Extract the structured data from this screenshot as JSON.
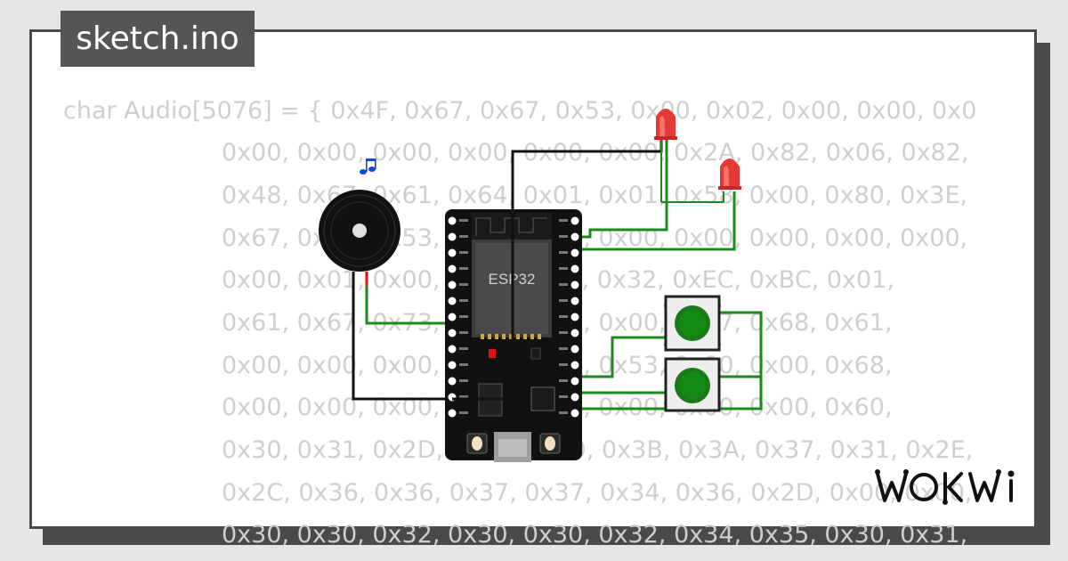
{
  "title": "sketch.ino",
  "code_first_line": "char Audio[5076] = { 0x4F, 0x67, 0x67, 0x53, 0x00, 0x02, 0x00, 0x00, 0x0",
  "code_lines": [
    "0x00, 0x00, 0x00, 0x00, 0x00, 0x00, 0x2A, 0x82, 0x06, 0x82,",
    "0x48, 0x67, 0x61, 0x64, 0x01, 0x01, 0x58, 0x00, 0x80, 0x3E,",
    "0x67, 0x00, 0x53, 0x00, 0x00, 0x00, 0x00, 0x00, 0x00, 0x00,",
    "0x00, 0x01, 0x00, 0x00, 0x8F, 0x32, 0xEC, 0xBC, 0x01,",
    "0x61, 0x67, 0x73, 0x00, 0x00, 0x00, 0x57, 0x68, 0x61,",
    "0x00, 0x00, 0x00, 0x67, 0x67, 0x53, 0x00, 0x00, 0x68,",
    "0x00, 0x00, 0x00, 0x00, 0x02, 0x00, 0x00, 0x00, 0x60,",
    "0x30, 0x31, 0x2D, 0x00, 0x39, 0x3B, 0x3A, 0x37, 0x31, 0x2E,",
    "0x2C, 0x36, 0x36, 0x37, 0x37, 0x34, 0x36, 0x2D, 0x00, 0x00,",
    "0x30, 0x30, 0x32, 0x30, 0x30, 0x32, 0x34, 0x35, 0x30, 0x31,"
  ],
  "board_label": "ESP32",
  "logo_text": "WOKWI",
  "colors": {
    "wire_green": "#1a8a1a",
    "wire_black": "#111111",
    "wire_red": "#e01010",
    "led_red": "#e53935",
    "button_green": "#1a7a1a",
    "board": "#111111"
  },
  "icons": {
    "music_note": "music-note-icon",
    "buzzer": "buzzer-icon"
  }
}
